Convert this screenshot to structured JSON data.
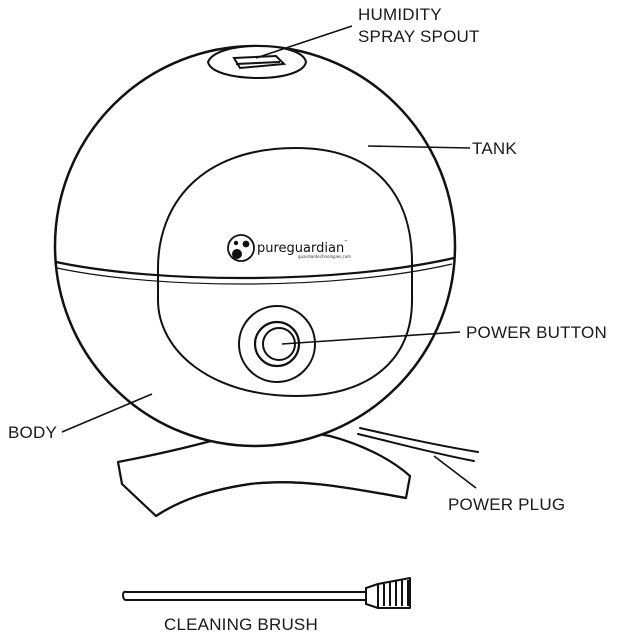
{
  "labels": {
    "spout_line1": "HUMIDITY",
    "spout_line2": "SPRAY SPOUT",
    "tank": "TANK",
    "power_button": "POWER BUTTON",
    "body": "BODY",
    "power_plug": "POWER PLUG",
    "cleaning_brush": "CLEANING BRUSH"
  },
  "logo": {
    "brand": "pureguardian",
    "tm": "™",
    "url": "guardiantechnologies.com"
  },
  "colors": {
    "outline": "#111111",
    "fill": "#ffffff",
    "text": "#1a1a1a"
  }
}
